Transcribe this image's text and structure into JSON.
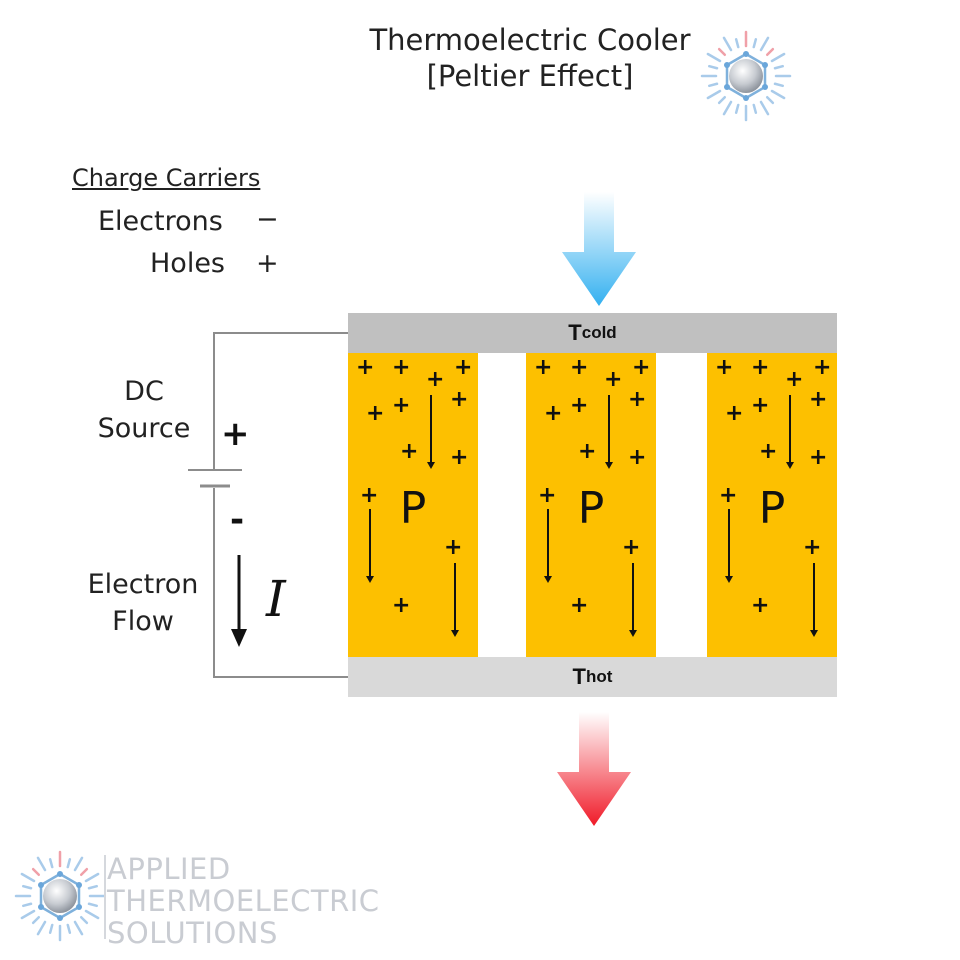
{
  "title": {
    "line1": "Thermoelectric Cooler",
    "line2": "[Peltier Effect]"
  },
  "legend": {
    "heading": "Charge Carriers",
    "electrons_label": "Electrons",
    "electrons_symbol": "−",
    "holes_label": "Holes",
    "holes_symbol": "+"
  },
  "source": {
    "label_line1": "DC",
    "label_line2": "Source",
    "plus_terminal": "+",
    "minus_terminal": "-"
  },
  "flow": {
    "label_line1": "Electron",
    "label_line2": "Flow",
    "current_symbol": "I"
  },
  "plates": {
    "cold": {
      "main": "T",
      "sub": "cold"
    },
    "hot": {
      "main": "T",
      "sub": "hot"
    }
  },
  "legs": [
    {
      "letter": "P"
    },
    {
      "letter": "P"
    },
    {
      "letter": "P"
    }
  ],
  "carrier_symbol": "+",
  "brand": {
    "line1": "APPLIED",
    "line2": "THERMOELECTRIC",
    "line3": "SOLUTIONS"
  },
  "colors": {
    "semiconductor": "#fdc000",
    "cold_plate": "#c0c0c0",
    "hot_plate": "#d9d9d9",
    "cold_arrow": "#33b0f0",
    "hot_arrow": "#f01a28",
    "wire": "#8c8c8c"
  },
  "icons": [
    "sunburst-logo-icon",
    "cold-arrow-icon",
    "hot-arrow-icon",
    "battery-icon",
    "electron-flow-arrow-icon"
  ]
}
